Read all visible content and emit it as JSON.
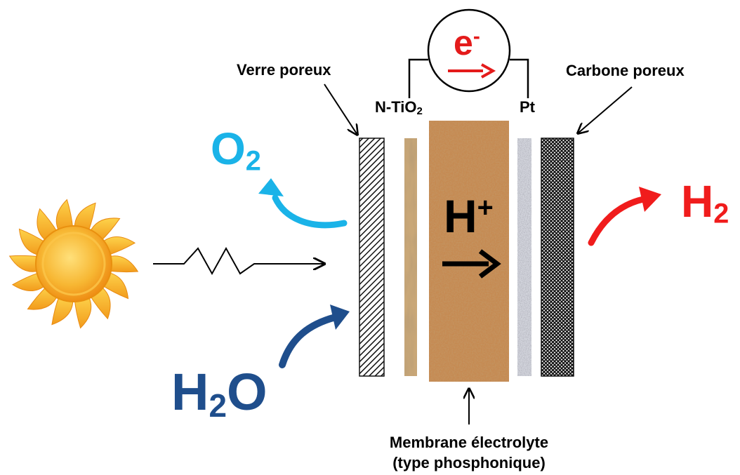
{
  "labels": {
    "verre": "Verre poreux",
    "carbone": "Carbone poreux",
    "ntio": "N-TiO",
    "ntio_sub": "2",
    "pt": "Pt",
    "membrane_line1": "Membrane électrolyte",
    "membrane_line2": "(type phosphonique)"
  },
  "species": {
    "o2": "O",
    "o2_sub": "2",
    "h2": "H",
    "h2_sub": "2",
    "h2o_h": "H",
    "h2o_sub": "2",
    "h2o_o": "O",
    "hplus": "H",
    "hplus_sup": "+",
    "electron": "e",
    "electron_sup": "-"
  },
  "colors": {
    "o2": "#1ab3e8",
    "h2o": "#1f4e8c",
    "h2": "#f01c1c",
    "electron": "#e41b1b",
    "membrane": "#c58a52",
    "sun_core": "#f4a21a",
    "sun_rays": "#f9b823"
  },
  "icons": {
    "sun": "sun-icon",
    "light_wave": "zigzag-light-arrow-icon"
  }
}
